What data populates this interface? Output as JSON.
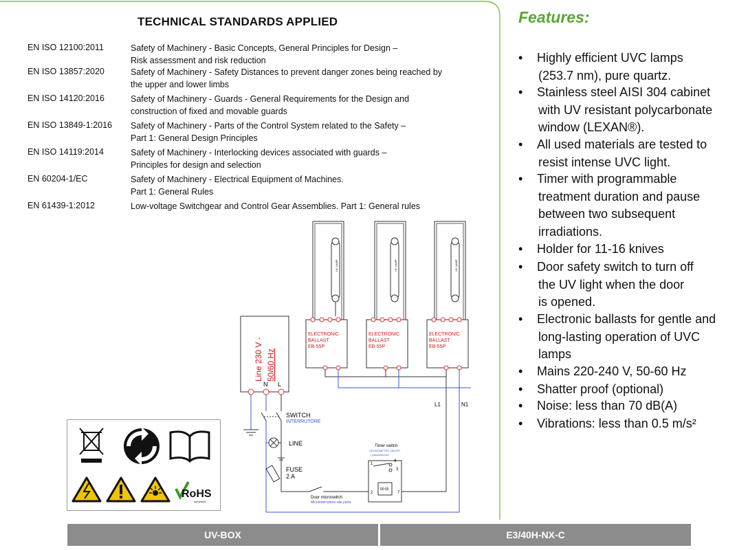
{
  "standards": {
    "title": "TECHNICAL STANDARDS APPLIED",
    "rows": [
      {
        "code": "EN ISO 12100:2011",
        "lines": [
          "Safety of Machinery - Basic Concepts, General Principles for Design –",
          "Risk assessment and risk reduction"
        ]
      },
      {
        "code": "EN ISO 13857:2020",
        "lines": [
          "Safety of Machinery - Safety Distances to prevent danger zones being reached by",
          "the upper and lower limbs"
        ]
      },
      {
        "code": "EN ISO 14120:2016",
        "lines": [
          "Safety of Machinery - Guards - General Requirements for the Design and",
          "construction of fixed and movable guards"
        ]
      },
      {
        "code": "EN ISO 13849-1:2016",
        "lines": [
          "Safety of Machinery - Parts of the Control System related to the Safety –",
          "Part 1: General Design Principles"
        ]
      },
      {
        "code": "EN ISO 14119:2014",
        "lines": [
          "Safety of Machinery - Interlocking devices associated with guards –",
          "Principles for design and selection"
        ]
      },
      {
        "code": "EN 60204-1/EC",
        "lines": [
          "Safety of Machinery - Electrical Equipment of Machines.",
          "Part 1: General Rules"
        ]
      },
      {
        "code": "EN 61439-1:2012",
        "lines": [
          "Low-voltage Switchgear and Control Gear Assemblies. Part 1: General rules"
        ]
      }
    ]
  },
  "features": {
    "title": "Features:",
    "items": [
      [
        "Highly efficient  UVC lamps",
        "(253.7 nm), pure quartz."
      ],
      [
        "Stainless steel AISI 304 cabinet",
        "with UV resistant polycarbonate",
        "window (LEXAN®)."
      ],
      [
        "All used materials are tested to",
        "resist intense UVC light."
      ],
      [
        "Timer with programmable",
        "treatment duration and pause",
        "between two subsequent",
        "irradiations."
      ],
      [
        "Holder for 11-16 knives"
      ],
      [
        "Door safety switch to turn off",
        "the UV light when the door",
        "is opened."
      ],
      [
        "Electronic ballasts for gentle and",
        "long-lasting operation of UVC",
        "lamps"
      ],
      [
        "Mains 220-240 V, 50-60 Hz"
      ],
      [
        "Shatter proof (optional)"
      ],
      [
        "Noise: less than 70 dB(A)"
      ],
      [
        "Vibrations: less than 0.5 m/s²"
      ]
    ],
    "bullet": "•"
  },
  "diagram": {
    "line_supply": "Line  230 V -",
    "line_freq": "50/60 Hz",
    "terminal_n": "N",
    "terminal_l": "L",
    "ballast_lines": [
      "ELECTRONIC",
      "BALLAST",
      "EB-55P"
    ],
    "lamp_label": "UV LAMP",
    "switch_label": "SWITCH",
    "switch_sub": "INTERRUTORE",
    "line_label": "LINE",
    "fuse_label": "FUSE",
    "fuse_value": "2 A",
    "l1": "L1",
    "n1": "N1",
    "timer_title": "Timer switch",
    "timer_sub1": "CRONOMETRO ON/OFF",
    "timer_sub2": "( pausa/lavoro)",
    "timer_pins": [
      "1",
      "4",
      "3",
      "2",
      "7"
    ],
    "timer_display": "00:00",
    "door_label": "Door microswitch",
    "door_sub": "Microinterruttore alla porta"
  },
  "symbols": {
    "rohs": "RoHS",
    "rohs_sub": "compliant"
  },
  "footer": {
    "left": "UV-BOX",
    "right": "E3/40H-NX-C"
  },
  "colors": {
    "accent_green": "#5aa532",
    "footer_gray": "#8c8c8c",
    "wire_blue": "#3a56d6",
    "terminal_red": "#e03030",
    "ballast_red": "#d01818"
  }
}
